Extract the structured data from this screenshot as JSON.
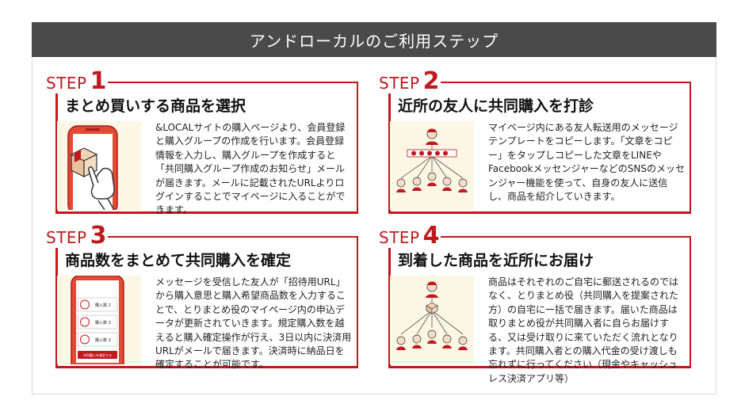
{
  "banner": {
    "title": "アンドローカルのご利用ステップ"
  },
  "steps": [
    {
      "label": "STEP",
      "number": "1",
      "title": "まとめ買いする商品を選択",
      "icon": "phone-with-package-icon",
      "description": "&LOCALサイトの購入ページより、会員登録と購入グループの作成を行います。会員登録情報を入力し、購入グループを作成すると「共同購入グループ作成のお知らせ」メールが届きます。メールに記載されたURLよりログインすることでマイページに入ることができます。"
    },
    {
      "label": "STEP",
      "number": "2",
      "title": "近所の友人に共同購入を打診",
      "icon": "social-sharing-network-icon",
      "description": "マイページ内にある友人転送用のメッセージテンプレートをコピーします。「文章をコピー」をタップしコピーした文章をLINEやFacebookメッセンジャーなどのSNSのメッセンジャー機能を使って、自身の友人に送信し、商品を紹介していきます。"
    },
    {
      "label": "STEP",
      "number": "3",
      "title": "商品数をまとめて共同購入を確定",
      "icon": "phone-order-list-icon",
      "phone_rows": [
        "購入数 2",
        "購入数 2",
        "購入数 2"
      ],
      "phone_button": "共同購入を確定する",
      "description": "メッセージを受信した友人が「招待用URL」から購入意思と購入希望商品数を入力することで、とりまとめ役のマイページ内の申込データが更新されていきます。規定購入数を越えると購入確定操作が行え、3日以内に決済用URLがメールで届きます。決済時に納品日を確定することが可能です。"
    },
    {
      "label": "STEP",
      "number": "4",
      "title": "到着した商品を近所にお届け",
      "icon": "package-distribution-tree-icon",
      "description": "商品はそれぞれのご自宅に郵送されるのではなく、とりまとめ役（共同購入を提案された方）の自宅に一括で届きます。届いた商品は取りまとめ役が共同購入者に自らお届けする、又は受け取りに来ていただく流れとなります。共同購入者との購入代金の受け渡しも忘れずに行ってください（現金やキャッシュレス決済アプリ等）"
    }
  ],
  "colors": {
    "accent": "#c0191e",
    "banner_bg": "#4a4a4a",
    "illustration_bg": "#fbf7e4"
  }
}
